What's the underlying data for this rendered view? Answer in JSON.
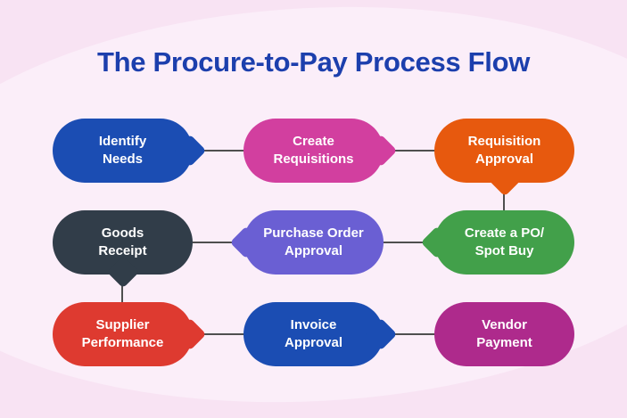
{
  "title": "The Procure-to-Pay Process Flow",
  "theme": {
    "background": "#f8e3f3",
    "background_highlight": "#fbeef9",
    "title_color": "#1c3fad",
    "connector_color": "#4f4f4f",
    "node_text_color": "#ffffff"
  },
  "nodes": [
    {
      "id": "identify-needs",
      "line1": "Identify",
      "line2": "Needs",
      "color": "#1b4db3",
      "tail": "right"
    },
    {
      "id": "create-requisitions",
      "line1": "Create",
      "line2": "Requisitions",
      "color": "#d23f9f",
      "tail": "right"
    },
    {
      "id": "requisition-approval",
      "line1": "Requisition",
      "line2": "Approval",
      "color": "#e7590e",
      "tail": "down"
    },
    {
      "id": "goods-receipt",
      "line1": "Goods",
      "line2": "Receipt",
      "color": "#313d49",
      "tail": "down"
    },
    {
      "id": "purchase-order-approval",
      "line1": "Purchase Order",
      "line2": "Approval",
      "color": "#6a5fd3",
      "tail": "left"
    },
    {
      "id": "create-po-spot-buy",
      "line1": "Create a PO/",
      "line2": "Spot Buy",
      "color": "#42a04a",
      "tail": "left"
    },
    {
      "id": "supplier-performance",
      "line1": "Supplier",
      "line2": "Performance",
      "color": "#de3a30",
      "tail": "right"
    },
    {
      "id": "invoice-approval",
      "line1": "Invoice",
      "line2": "Approval",
      "color": "#1b4db3",
      "tail": "right"
    },
    {
      "id": "vendor-payment",
      "line1": "Vendor",
      "line2": "Payment",
      "color": "#ae2a8c",
      "tail": "none"
    }
  ],
  "connections": [
    {
      "from": "identify-needs",
      "to": "create-requisitions",
      "direction": "right"
    },
    {
      "from": "create-requisitions",
      "to": "requisition-approval",
      "direction": "right"
    },
    {
      "from": "requisition-approval",
      "to": "create-po-spot-buy",
      "direction": "down"
    },
    {
      "from": "create-po-spot-buy",
      "to": "purchase-order-approval",
      "direction": "left"
    },
    {
      "from": "purchase-order-approval",
      "to": "goods-receipt",
      "direction": "left"
    },
    {
      "from": "goods-receipt",
      "to": "supplier-performance",
      "direction": "down"
    },
    {
      "from": "supplier-performance",
      "to": "invoice-approval",
      "direction": "right"
    },
    {
      "from": "invoice-approval",
      "to": "vendor-payment",
      "direction": "right"
    }
  ]
}
